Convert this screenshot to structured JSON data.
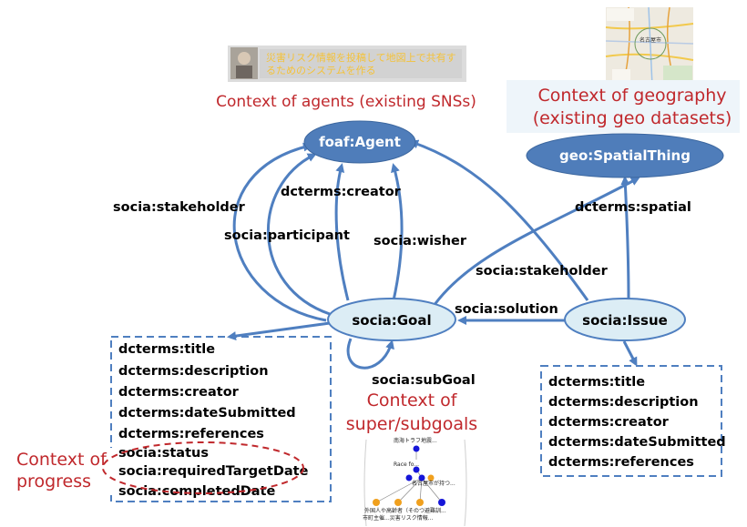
{
  "nodes": {
    "agent": {
      "label": "foaf:Agent"
    },
    "spatial": {
      "label": "geo:SpatialThing"
    },
    "goal": {
      "label": "socia:Goal"
    },
    "issue": {
      "label": "socia:Issue"
    }
  },
  "edges": {
    "stakeholder_agent": "socia:stakeholder",
    "participant": "socia:participant",
    "creator": "dcterms:creator",
    "wisher": "socia:wisher",
    "spatial": "dcterms:spatial",
    "stakeholder_issue": "socia:stakeholder",
    "solution": "socia:solution",
    "subgoal": "socia:subGoal"
  },
  "contexts": {
    "agents": "Context of agents (existing SNSs)",
    "geo_line1": "Context of geography",
    "geo_line2": "(existing geo datasets)",
    "goals_line1": "Context of",
    "goals_line2": "super/subgoals",
    "progress_line1": "Context of",
    "progress_line2": "progress"
  },
  "goal_properties": [
    "dcterms:title",
    "dcterms:description",
    "dcterms:creator",
    "dcterms:dateSubmitted",
    "dcterms:references",
    "socia:status",
    "socia:requiredTargetDate",
    "socia:completedDate"
  ],
  "issue_properties": [
    "dcterms:title",
    "dcterms:description",
    "dcterms:creator",
    "dcterms:dateSubmitted",
    "dcterms:references"
  ],
  "thumbnails": {
    "sns_line1": "災害リスク情報を投稿して地図上で共有す",
    "sns_line2": "るためのシステムを作る",
    "map_place": "名古屋市",
    "tree_root": "南海トラフ地震...",
    "tree_mid": "Race fo...",
    "tree_sub": "名古屋市が持つ...",
    "tree_leaf1": "外国人や高齢者（そのつ避難訓...",
    "tree_leaf2": "市町主催...災害リスク情報..."
  },
  "colors": {
    "dark_node": "#4f7dba",
    "light_node": "#dcedf5",
    "edge": "#4f7fc0",
    "context_text": "#c0282c"
  }
}
